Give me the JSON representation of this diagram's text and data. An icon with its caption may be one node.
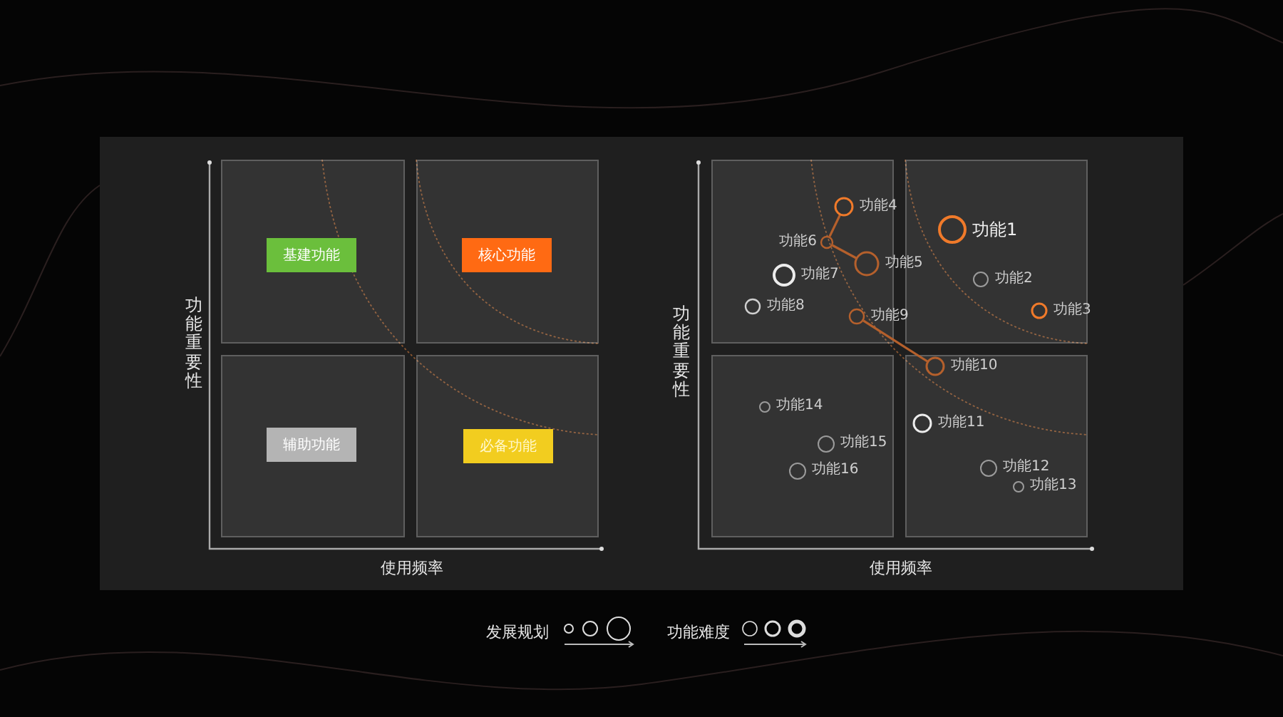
{
  "diagram": {
    "nodes": [
      {
        "text": [],
        "shape": "box"
      },
      {
        "text": [],
        "shape": "box"
      },
      {
        "text": [],
        "shape": "box"
      },
      {
        "text": [],
        "shape": "box"
      },
      {
        "text": [
          "基建功能"
        ],
        "in": 0
      },
      {
        "text": [
          "核心功能"
        ],
        "in": 1
      },
      {
        "text": [
          "辅助功能"
        ],
        "in": 2
      },
      {
        "text": [
          "必备功能"
        ],
        "in": 3
      },
      {
        "text": [],
        "shape": "box"
      },
      {
        "text": [],
        "shape": "box"
      },
      {
        "text": [],
        "shape": "box"
      },
      {
        "text": [],
        "shape": "box"
      },
      {
        "text": [],
        "shape": "circle",
        "beside": [
          "功能1"
        ],
        "in": 9
      },
      {
        "text": [],
        "shape": "circle",
        "beside": [
          "功能2"
        ],
        "in": 9
      },
      {
        "text": [],
        "shape": "circle",
        "beside": [
          "功能3"
        ],
        "in": 9
      },
      {
        "text": [],
        "shape": "circle",
        "beside": [
          "功能4"
        ],
        "in": 8
      },
      {
        "text": [],
        "shape": "circle",
        "beside": [
          "功能5"
        ],
        "in": 8
      },
      {
        "text": [],
        "shape": "circle",
        "beside": [
          "功能6"
        ],
        "in": 8
      },
      {
        "text": [],
        "shape": "circle",
        "beside": [
          "功能7"
        ],
        "in": 8
      },
      {
        "text": [],
        "shape": "circle",
        "beside": [
          "功能8"
        ],
        "in": 8
      },
      {
        "text": [],
        "shape": "circle",
        "beside": [
          "功能9"
        ],
        "in": 8
      },
      {
        "text": [],
        "shape": "circle",
        "beside": [
          "功能10"
        ],
        "in": 11
      },
      {
        "text": [],
        "shape": "circle",
        "beside": [
          "功能11"
        ],
        "in": 11
      },
      {
        "text": [],
        "shape": "circle",
        "beside": [
          "功能12"
        ],
        "in": 11
      },
      {
        "text": [],
        "shape": "circle",
        "beside": [
          "功能13"
        ],
        "in": 11
      },
      {
        "text": [],
        "shape": "circle",
        "beside": [
          "功能14"
        ],
        "in": 10
      },
      {
        "text": [],
        "shape": "circle",
        "beside": [
          "功能15"
        ],
        "in": 10
      },
      {
        "text": [],
        "shape": "circle",
        "beside": [
          "功能16"
        ],
        "in": 10
      }
    ],
    "edges": [
      {
        "from": 17,
        "to": 15,
        "arrow": "none"
      },
      {
        "from": 17,
        "to": 16,
        "arrow": "none"
      },
      {
        "from": 20,
        "to": 21,
        "arrow": "none"
      }
    ],
    "labels": [
      "功能重要性",
      "使用频率",
      "功能重要性",
      "使用频率"
    ],
    "legend": [
      {
        "text": "发展规划"
      },
      {
        "text": "功能难度"
      }
    ]
  }
}
